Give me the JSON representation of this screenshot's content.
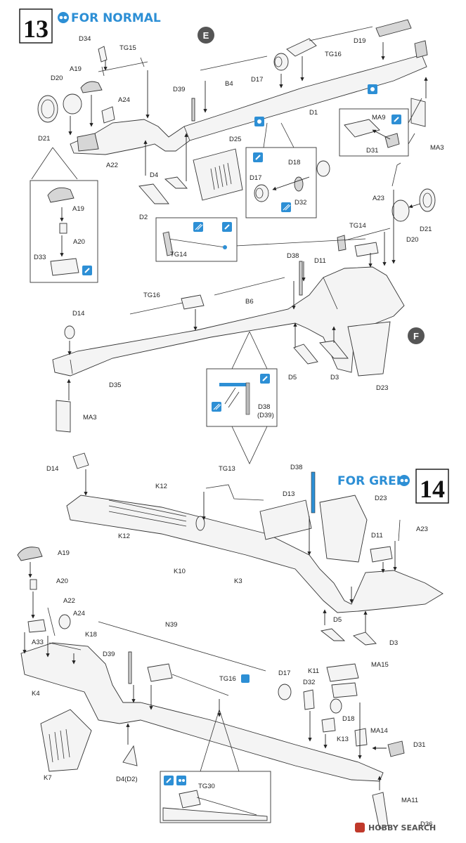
{
  "step13": {
    "number": "13",
    "title": "FOR NORMAL",
    "section_e": "E",
    "section_f": "F",
    "labels": {
      "D34": "D34",
      "TG15": "TG15",
      "D19": "D19",
      "TG16a": "TG16",
      "A19a": "A19",
      "D20a": "D20",
      "A24a": "A24",
      "D39a": "D39",
      "B4": "B4",
      "D17a": "D17",
      "D1": "D1",
      "D21a": "D21",
      "A22a": "A22",
      "D25": "D25",
      "D4a": "D4",
      "D2": "D2",
      "MA9": "MA9",
      "D31a": "D31",
      "MA3a": "MA3",
      "inset_A19": "A19",
      "inset_A20": "A20",
      "inset_D33": "D33",
      "inset_D18": "D18",
      "inset_D17": "D17",
      "inset_D32": "D32",
      "A23a": "A23",
      "D21b": "D21",
      "D20b": "D20",
      "TG14a": "TG14",
      "inset_TG14": "TG14",
      "D11a": "D11",
      "D38a": "D38",
      "TG16b": "TG16",
      "B6": "B6",
      "D14a": "D14",
      "D35": "D35",
      "D5a": "D5",
      "D3a": "D3",
      "D23a": "D23",
      "MA3b": "MA3",
      "inset_D38": "D38",
      "inset_D39": "(D39)"
    }
  },
  "step14": {
    "number": "14",
    "title": "FOR GREIF",
    "labels": {
      "D14b": "D14",
      "TG13": "TG13",
      "D38b": "D38",
      "K12a": "K12",
      "D13": "D13",
      "D23b": "D23",
      "K12b": "K12",
      "D11b": "D11",
      "A23b": "A23",
      "K10": "K10",
      "K3": "K3",
      "A19b": "A19",
      "A20b": "A20",
      "A22b": "A22",
      "A24b": "A24",
      "D5b": "D5",
      "D3b": "D3",
      "N39": "N39",
      "A33": "A33",
      "K18": "K18",
      "D39b": "D39",
      "TG16c": "TG16",
      "D17b": "D17",
      "K11": "K11",
      "MA15": "MA15",
      "D32b": "D32",
      "K4": "K4",
      "D18b": "D18",
      "K13": "K13",
      "MA14": "MA14",
      "D31b": "D31",
      "K7": "K7",
      "D4D2": "D4(D2)",
      "TG30": "TG30",
      "MA11": "MA11",
      "D36": "D36"
    }
  },
  "watermark": "HOBBY SEARCH"
}
